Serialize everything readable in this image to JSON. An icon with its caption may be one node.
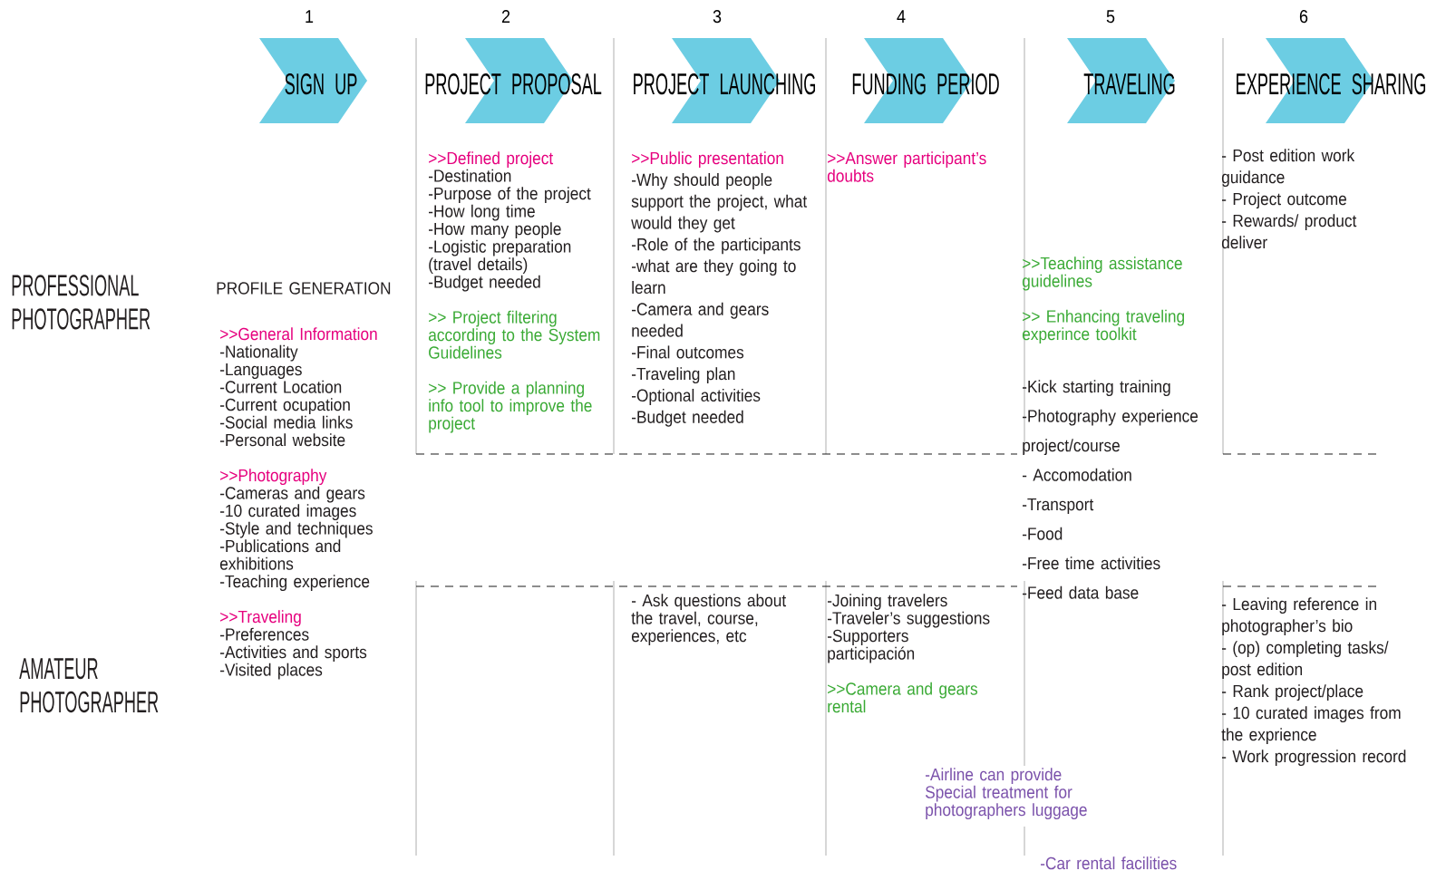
{
  "diagram": {
    "nodes": [
      {
        "text": [
          "SIGN UP"
        ],
        "beside": [
          "1"
        ]
      },
      {
        "text": [
          "PROJECT PROPOSAL"
        ],
        "beside": [
          "2"
        ]
      },
      {
        "text": [
          "PROJECT LAUNCHING"
        ],
        "beside": [
          "3"
        ]
      },
      {
        "text": [
          "FUNDING PERIOD"
        ],
        "beside": [
          "4"
        ]
      },
      {
        "text": [
          "TRAVELING"
        ],
        "beside": [
          "5"
        ]
      },
      {
        "text": [
          "EXPERIENCE SHARING"
        ],
        "beside": [
          "6"
        ]
      }
    ],
    "labels": [
      "PROFESSIONAL PHOTOGRAPHER",
      "PROFILE GENERATION",
      ">>General Information",
      "-Nationality",
      "-Languages",
      "-Current Location",
      "-Current ocupation",
      "-Social media links",
      "-Personal website",
      ">>Photography",
      "-Cameras and gears",
      "-10 curated images",
      "-Style and techniques",
      "-Publications and exhibitions",
      "-Teaching experience",
      ">>Traveling",
      "-Preferences",
      "-Activities and sports",
      "-Visited places",
      ">>Defined project",
      "-Destination",
      "-Purpose of the project",
      "-How long time",
      "-How many people",
      "-Logistic preparation (travel details)",
      "-Budget needed",
      ">> Project filtering according to the System Guidelines",
      ">> Provide a planning info tool to improve the project",
      ">>Public presentation",
      "-Why should people support the project, what would they get",
      "-Role of the participants",
      "-what are they going to learn",
      "-Camera and gears needed",
      "-Final outcomes",
      "-Traveling plan",
      "-Optional activities",
      "-Budget needed",
      ">>Answer participant’s doubts",
      ">>Teaching assistance guidelines",
      ">> Enhancing traveling experince toolkit",
      "-Kick starting training",
      "-Photography experience project/course",
      "- Accomodation",
      "-Transport",
      "-Food",
      "-Free time activities",
      "-Feed data base",
      "- Post edition work guidance",
      "- Project outcome",
      "- Rewards/ product deliver",
      "AMATEUR PHOTOGRAPHER",
      "- Ask questions about the travel, course, experiences, etc",
      "-Joining travelers",
      "-Traveler’s suggestions",
      "-Supporters participación",
      ">>Camera and gears rental",
      "-Airline can provide Special treatment for photographers luggage",
      "-Car rental facilities",
      "- Leaving reference in photographer’s bio",
      "- (op) completing tasks/ post edition",
      "- Rank project/place",
      "- 10 curated images from the exprience",
      "- Work progression record"
    ]
  }
}
